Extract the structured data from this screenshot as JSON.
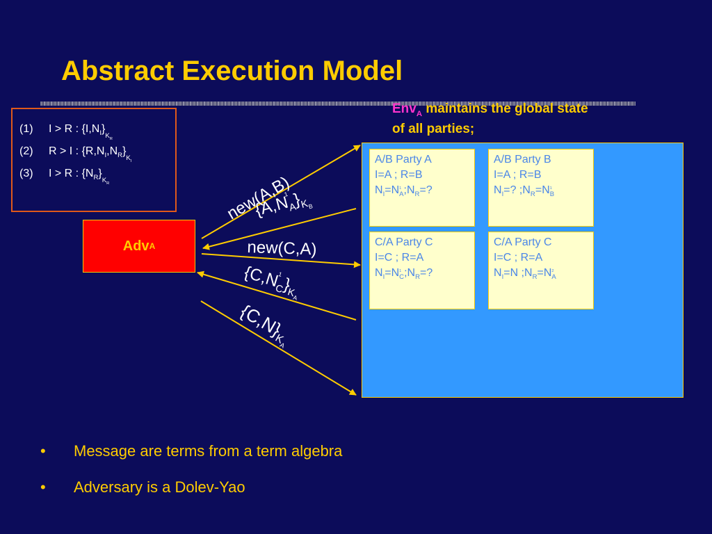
{
  "title": "Abstract Execution Model",
  "protocol": [
    {
      "num": "(1)",
      "text": "I  > R : {I,N",
      "sub1": "I",
      "close": "}",
      "key": "K",
      "keysub": "R"
    },
    {
      "num": "(2)",
      "text": "R > I : {R,N",
      "sub1": "I",
      "mid": ",N",
      "sub2": "R",
      "close": "}",
      "key": "K",
      "keysub": "I"
    },
    {
      "num": "(3)",
      "text": "I  > R : {N",
      "sub1": "R",
      "close": "}",
      "key": "K",
      "keysub": "R"
    }
  ],
  "adversary": {
    "name": "Adv",
    "sub": "A"
  },
  "env": {
    "name": "Env",
    "sub": "A",
    "text1": " maintains the global state",
    "text2": "of all parties;"
  },
  "parties": [
    {
      "title": "A/B Party A",
      "line2": "I=A ; R=B",
      "l3a": "N",
      "l3b": "I",
      "l3c": "=N",
      "l3d": "A",
      "l3e": ";N",
      "l3f": "R",
      "l3g": "=?",
      "sup": "1",
      "sup2": ""
    },
    {
      "title": "A/B Party B",
      "line2": "I=A ; R=B",
      "l3a": "N",
      "l3b": "I",
      "l3c": "=? ;N",
      "l3d": "R",
      "l3e": "=N",
      "l3f": "B",
      "l3g": "",
      "sup": "",
      "sup2": "1"
    },
    {
      "title": "C/A Party C",
      "line2": "I=C ; R=A",
      "l3a": "N",
      "l3b": "I",
      "l3c": "=N",
      "l3d": "C",
      "l3e": ";N",
      "l3f": "R",
      "l3g": "=?",
      "sup": "1",
      "sup2": ""
    },
    {
      "title": "C/A Party C",
      "line2": "I=C ; R=A",
      "l3a": "N",
      "l3b": "I",
      "l3c": "=N ;N",
      "l3d": "R",
      "l3e": "=N",
      "l3f": "A",
      "l3g": "",
      "sup": "",
      "sup2": "2"
    }
  ],
  "messages": {
    "m1": "new(A,B)",
    "m2_main": "{A,N",
    "m2_sup": "1",
    "m2_sub": "A",
    "m2_close": "}",
    "m2_key": "K",
    "m2_keysub": "B",
    "m3_a": "new",
    "m3_b": "(C,A)",
    "m4_main": "{C,N",
    "m4_sup": "1",
    "m4_sub": "C",
    "m4_close": "}",
    "m4_key": "K",
    "m4_keysub": "A",
    "m5_main": "{C,N}",
    "m5_key": "K",
    "m5_keysub": "A"
  },
  "bullets": [
    "Message are terms from a term algebra",
    "Adversary is a Dolev-Yao"
  ],
  "colors": {
    "background": "#0c0c5a",
    "title": "#ffcc00",
    "adversary": "#ff0000",
    "env": "#3399ff",
    "party": "#ffffcc",
    "arrow": "#ffcc00"
  }
}
